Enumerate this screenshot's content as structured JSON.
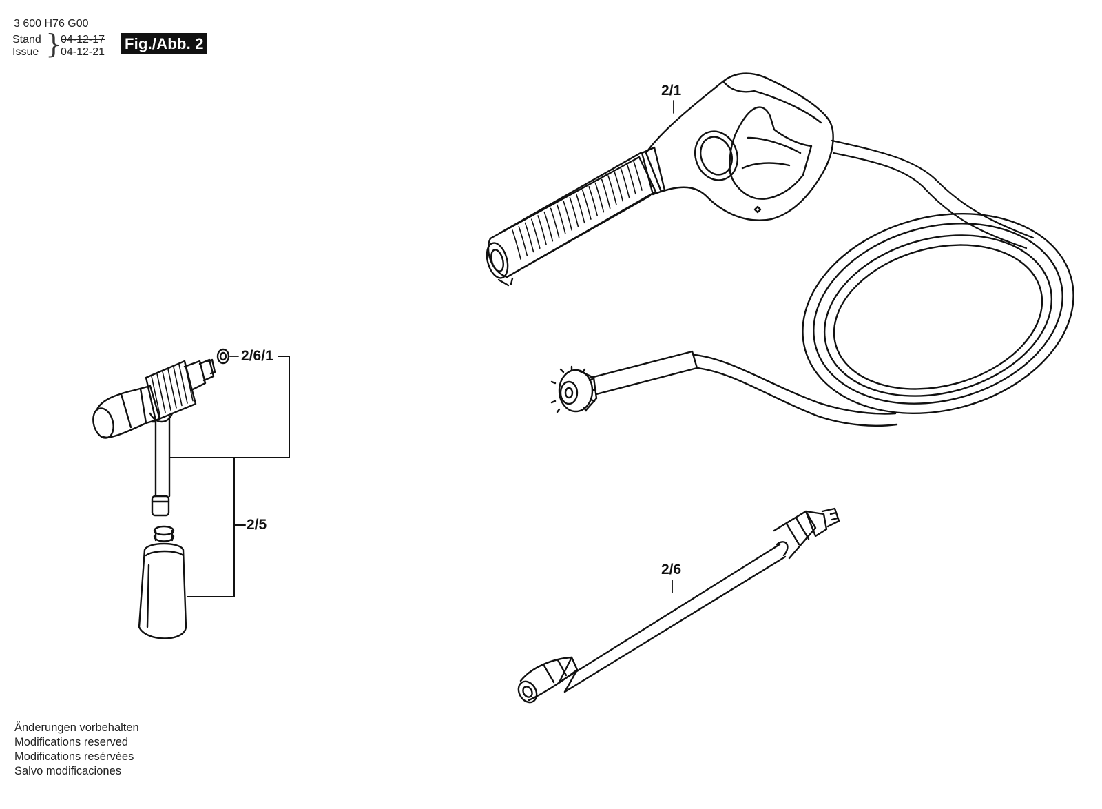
{
  "header": {
    "part_number": "3 600 H76 G00",
    "stand_label": "Stand",
    "issue_label": "Issue",
    "stand_date": "04-12-17",
    "issue_date": "04-12-21",
    "figure_label": "Fig./Abb. 2"
  },
  "callouts": {
    "gun": "2/1",
    "o_ring": "2/6/1",
    "detergent_bottle": "2/5",
    "lance": "2/6"
  },
  "footer_notes": [
    "Änderungen vorbehalten",
    "Modifications reserved",
    "Modifications resérvées",
    "Salvo modificaciones"
  ]
}
